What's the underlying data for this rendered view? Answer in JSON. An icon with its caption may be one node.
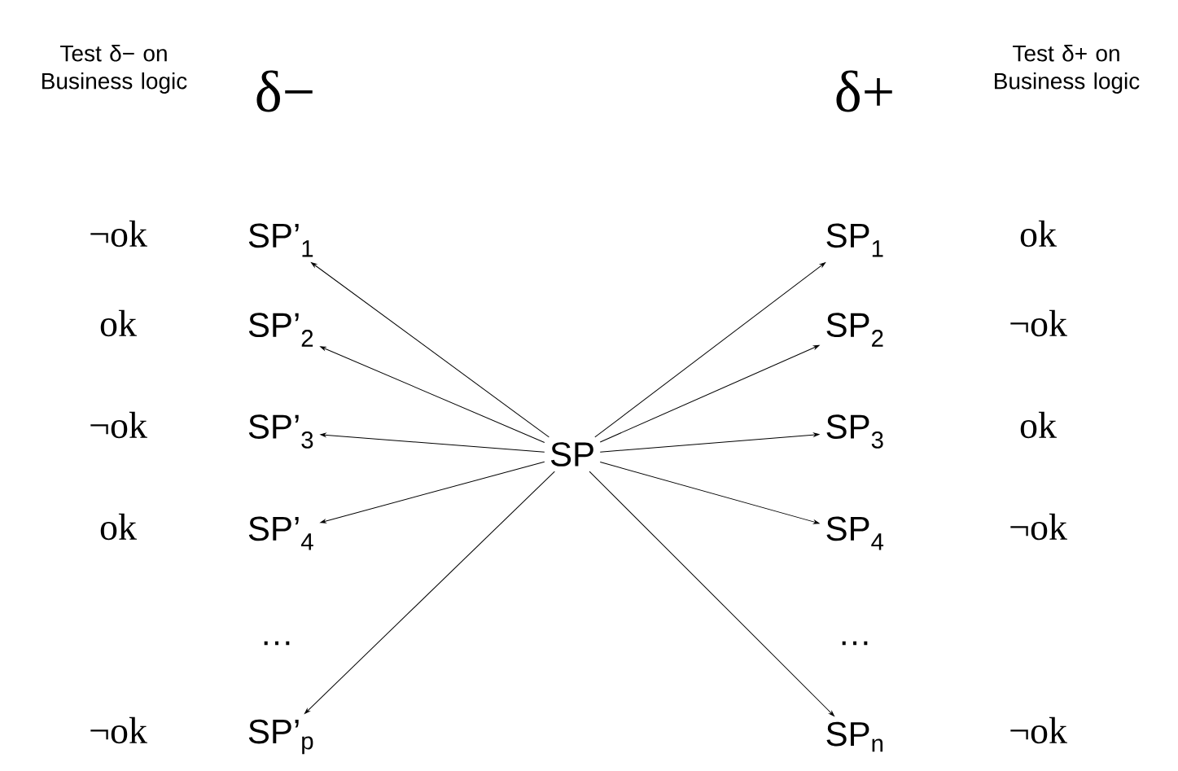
{
  "diagram": {
    "nodes": [
      {
        "text": [
          "SP"
        ]
      },
      {
        "text": [
          "SP’$_{1}$"
        ],
        "beside": [
          "¬ok"
        ]
      },
      {
        "text": [
          "SP’$_{2}$"
        ],
        "beside": [
          "ok"
        ]
      },
      {
        "text": [
          "SP’$_{3}$"
        ],
        "beside": [
          "¬ok"
        ]
      },
      {
        "text": [
          "SP’$_{4}$"
        ],
        "beside": [
          "ok"
        ]
      },
      {
        "text": [
          "SP’$_{p}$"
        ],
        "beside": [
          "¬ok"
        ]
      },
      {
        "text": [
          "SP$_{1}$"
        ],
        "beside": [
          "ok"
        ]
      },
      {
        "text": [
          "SP$_{2}$"
        ],
        "beside": [
          "¬ok"
        ]
      },
      {
        "text": [
          "SP$_{3}$"
        ],
        "beside": [
          "ok"
        ]
      },
      {
        "text": [
          "SP$_{4}$"
        ],
        "beside": [
          "¬ok"
        ]
      },
      {
        "text": [
          "SP$_{n}$"
        ],
        "beside": [
          "¬ok"
        ]
      }
    ],
    "edges": [
      {
        "from": 0,
        "to": 1,
        "arrow": "to"
      },
      {
        "from": 0,
        "to": 2,
        "arrow": "to"
      },
      {
        "from": 0,
        "to": 3,
        "arrow": "to"
      },
      {
        "from": 0,
        "to": 4,
        "arrow": "to"
      },
      {
        "from": 0,
        "to": 5,
        "arrow": "to"
      },
      {
        "from": 0,
        "to": 6,
        "arrow": "to"
      },
      {
        "from": 0,
        "to": 7,
        "arrow": "to"
      },
      {
        "from": 0,
        "to": 8,
        "arrow": "to"
      },
      {
        "from": 0,
        "to": 9,
        "arrow": "to"
      },
      {
        "from": 0,
        "to": 10,
        "arrow": "to"
      }
    ],
    "labels": [
      "Test δ− on Business logic",
      "δ−",
      "δ+",
      "Test δ+ on Business logic",
      "…",
      "…"
    ]
  }
}
